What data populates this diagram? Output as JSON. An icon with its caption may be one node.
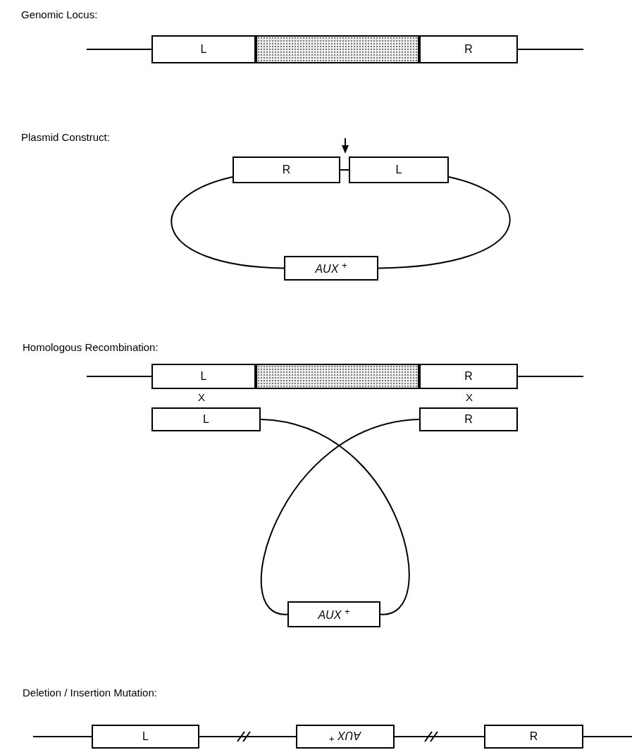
{
  "diagram": {
    "nodes": [
      {
        "text": [
          "L"
        ]
      },
      {
        "text": [],
        "shape": "box"
      },
      {
        "text": [
          "R"
        ]
      },
      {
        "text": [
          "R"
        ]
      },
      {
        "text": [
          "L"
        ]
      },
      {
        "text": [
          "AUX $^{+}$"
        ]
      },
      {
        "text": [
          "L"
        ]
      },
      {
        "text": [],
        "shape": "box"
      },
      {
        "text": [
          "R"
        ]
      },
      {
        "text": [
          "L"
        ]
      },
      {
        "text": [
          "R"
        ]
      },
      {
        "text": [
          "AUX $^{+}$"
        ]
      },
      {
        "text": [
          "L"
        ]
      },
      {
        "text": [
          "AUX $^{+}$"
        ]
      },
      {
        "text": [
          "R"
        ]
      }
    ],
    "edges": [
      {
        "from": null,
        "to": 0,
        "arrow": "none"
      },
      {
        "from": 2,
        "to": null,
        "arrow": "none"
      },
      {
        "from": 3,
        "to": 4,
        "arrow": "none"
      },
      {
        "from": 3,
        "to": 5,
        "arrow": "none"
      },
      {
        "from": 4,
        "to": 5,
        "arrow": "none"
      },
      {
        "from": null,
        "to": 6,
        "arrow": "none"
      },
      {
        "from": 8,
        "to": null,
        "arrow": "none"
      },
      {
        "from": 9,
        "to": 11,
        "arrow": "none"
      },
      {
        "from": 10,
        "to": 11,
        "arrow": "none"
      },
      {
        "from": null,
        "to": 12,
        "arrow": "none"
      },
      {
        "from": 12,
        "to": 13,
        "arrow": "none"
      },
      {
        "from": 13,
        "to": 14,
        "arrow": "none"
      },
      {
        "from": 14,
        "to": null,
        "arrow": "none"
      }
    ],
    "labels": [
      "Genomic Locus:",
      "Plasmid Construct:",
      "Homologous Recombination:",
      "X",
      "X",
      "Deletion / Insertion Mutation:"
    ]
  }
}
